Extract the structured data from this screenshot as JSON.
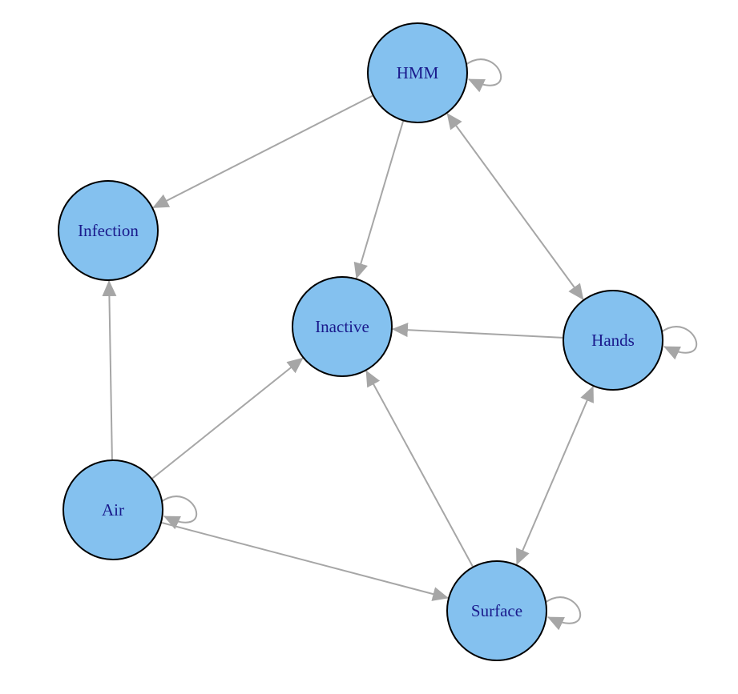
{
  "diagram": {
    "colors": {
      "node_fill": "#84c1ef",
      "node_stroke": "#000000",
      "edge": "#a6a6a6",
      "label": "#1a1a8c"
    },
    "nodes": [
      {
        "id": "hmm",
        "label": "HMM",
        "self_loop": true
      },
      {
        "id": "infection",
        "label": "Infection",
        "self_loop": false
      },
      {
        "id": "inactive",
        "label": "Inactive",
        "self_loop": false
      },
      {
        "id": "hands",
        "label": "Hands",
        "self_loop": true
      },
      {
        "id": "air",
        "label": "Air",
        "self_loop": true
      },
      {
        "id": "surface",
        "label": "Surface",
        "self_loop": true
      }
    ],
    "edges": [
      {
        "from": "hmm",
        "to": "infection",
        "bidirectional": false
      },
      {
        "from": "hmm",
        "to": "inactive",
        "bidirectional": false
      },
      {
        "from": "hmm",
        "to": "hands",
        "bidirectional": true
      },
      {
        "from": "hands",
        "to": "inactive",
        "bidirectional": false
      },
      {
        "from": "hands",
        "to": "surface",
        "bidirectional": true
      },
      {
        "from": "surface",
        "to": "inactive",
        "bidirectional": false
      },
      {
        "from": "air",
        "to": "infection",
        "bidirectional": false
      },
      {
        "from": "air",
        "to": "inactive",
        "bidirectional": false
      },
      {
        "from": "air",
        "to": "surface",
        "bidirectional": false
      }
    ]
  }
}
